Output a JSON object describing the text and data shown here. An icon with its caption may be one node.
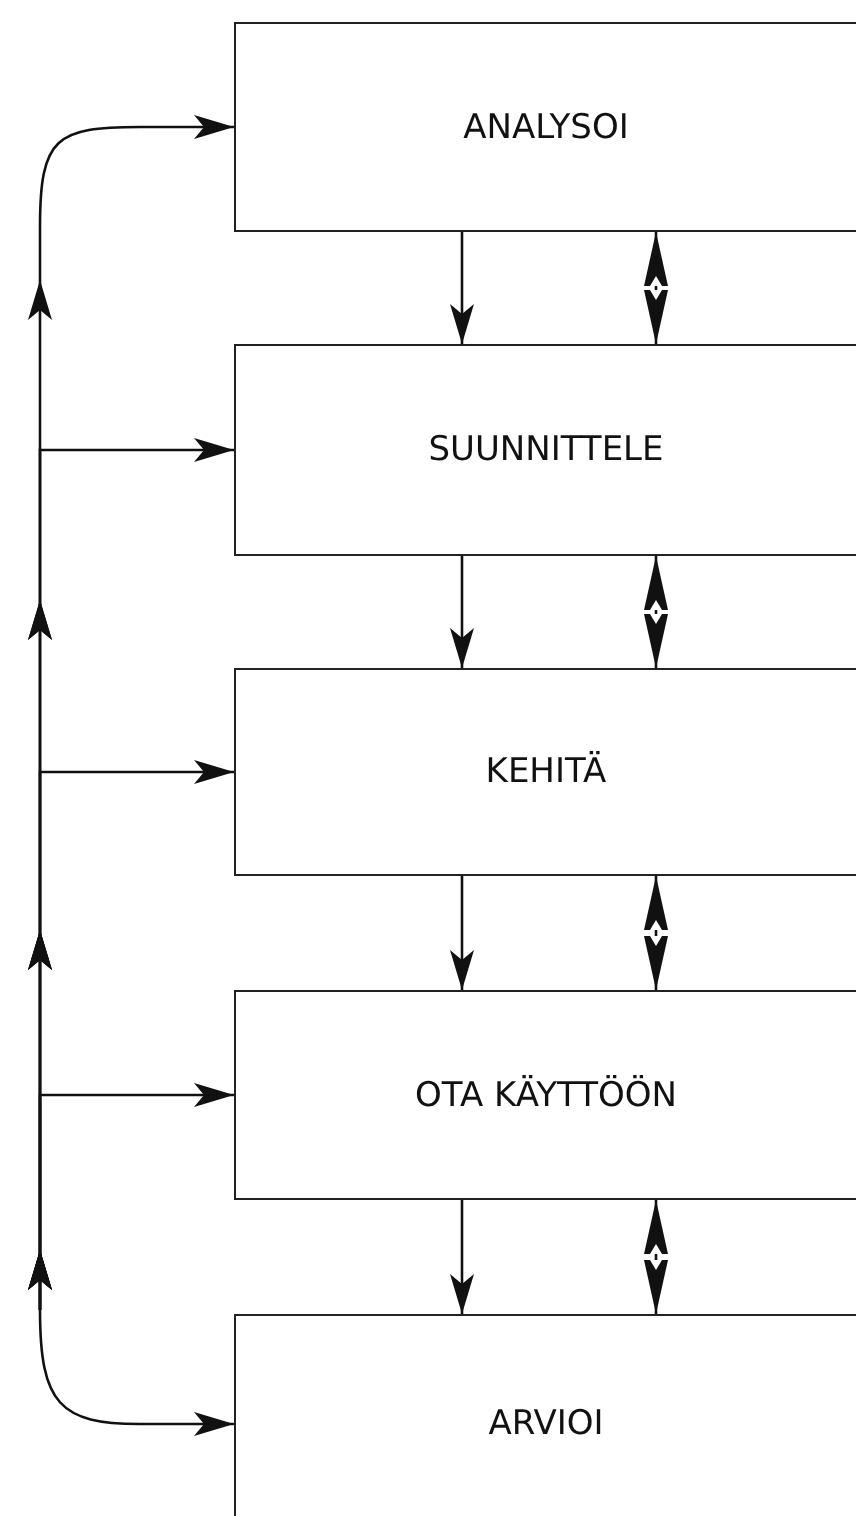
{
  "diagram": {
    "nodes": [
      {
        "text": [
          "ANALYSOI"
        ]
      },
      {
        "text": [
          "SUUNNITTELE"
        ]
      },
      {
        "text": [
          "KEHITÄ"
        ]
      },
      {
        "text": [
          "OTA KÄYTTÖÖN"
        ]
      },
      {
        "text": [
          "ARVIOI"
        ]
      }
    ],
    "edges": [
      {
        "from": 0,
        "to": 1,
        "arrow": "to"
      },
      {
        "from": 0,
        "to": 1,
        "arrow": "both"
      },
      {
        "from": 1,
        "to": 2,
        "arrow": "to"
      },
      {
        "from": 1,
        "to": 2,
        "arrow": "both"
      },
      {
        "from": 2,
        "to": 3,
        "arrow": "to"
      },
      {
        "from": 2,
        "to": 3,
        "arrow": "both"
      },
      {
        "from": 3,
        "to": 4,
        "arrow": "to"
      },
      {
        "from": 3,
        "to": 4,
        "arrow": "both"
      },
      {
        "from": null,
        "to": 0,
        "arrow": "to"
      },
      {
        "from": null,
        "to": 1,
        "arrow": "to"
      },
      {
        "from": null,
        "to": 2,
        "arrow": "to"
      },
      {
        "from": null,
        "to": 3,
        "arrow": "to"
      },
      {
        "from": null,
        "to": 4,
        "arrow": "to"
      }
    ]
  }
}
